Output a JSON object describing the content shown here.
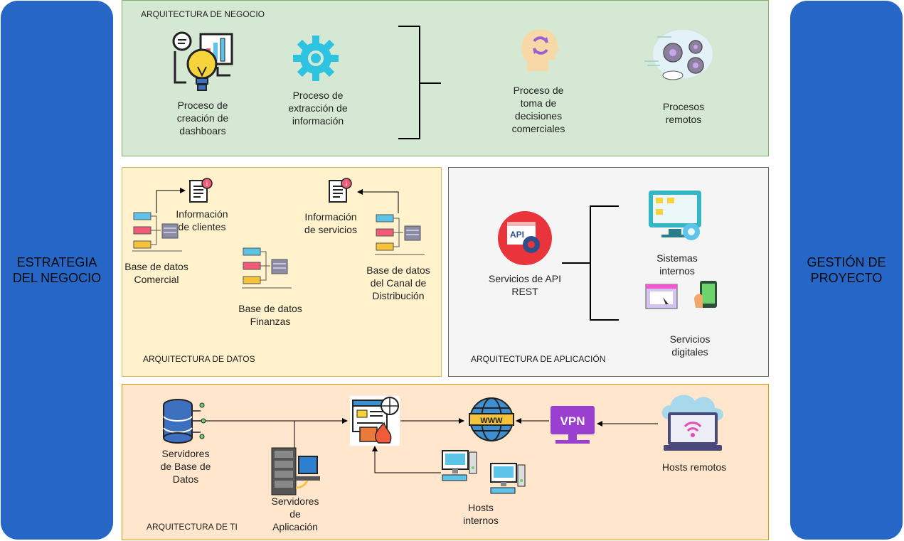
{
  "pillars": {
    "left": [
      "ESTRATEGIA",
      "DEL NEGOCIO"
    ],
    "right": [
      "GESTIÓN DE",
      "PROYECTO"
    ]
  },
  "negocio": {
    "title": "ARQUITECTURA DE NEGOCIO",
    "items": [
      "Proceso de\ncreación de\ndashboars",
      "Proceso de\nextracción de\ninformación",
      "Proceso de\ntoma de\ndecisiones\ncomerciales",
      "Procesos\nremotos"
    ]
  },
  "datos": {
    "title": "ARQUITECTURA DE DATOS",
    "info_clientes": "Información\nde clientes",
    "info_servicios": "Información\nde servicios",
    "bd_comercial": "Base de datos\nComercial",
    "bd_finanzas": "Base de datos\nFinanzas",
    "bd_canal": "Base de datos\ndel Canal de\nDistribución"
  },
  "aplicacion": {
    "title": "ARQUITECTURA DE APLICACIÓN",
    "api": "Servicios de API\nREST",
    "api_badge": "API",
    "sistemas": "Sistemas\ninternos",
    "digitales": "Servicios\ndigitales"
  },
  "ti": {
    "title": "ARQUITECTURA DE TI",
    "srv_bd": "Servidores\nde Base de\nDatos",
    "srv_app": "Servidores\nde\nAplicación",
    "hosts_internos": "Hosts\ninternos",
    "hosts_remotos": "Hosts remotos",
    "www": "WWW",
    "vpn": "VPN"
  },
  "colors": {
    "pillar": "#2566c6",
    "negocio_bg": "#d5e8d4",
    "datos_bg": "#fff2cc",
    "aplicacion_bg": "#f5f5f5",
    "ti_bg": "#ffe6cc"
  }
}
